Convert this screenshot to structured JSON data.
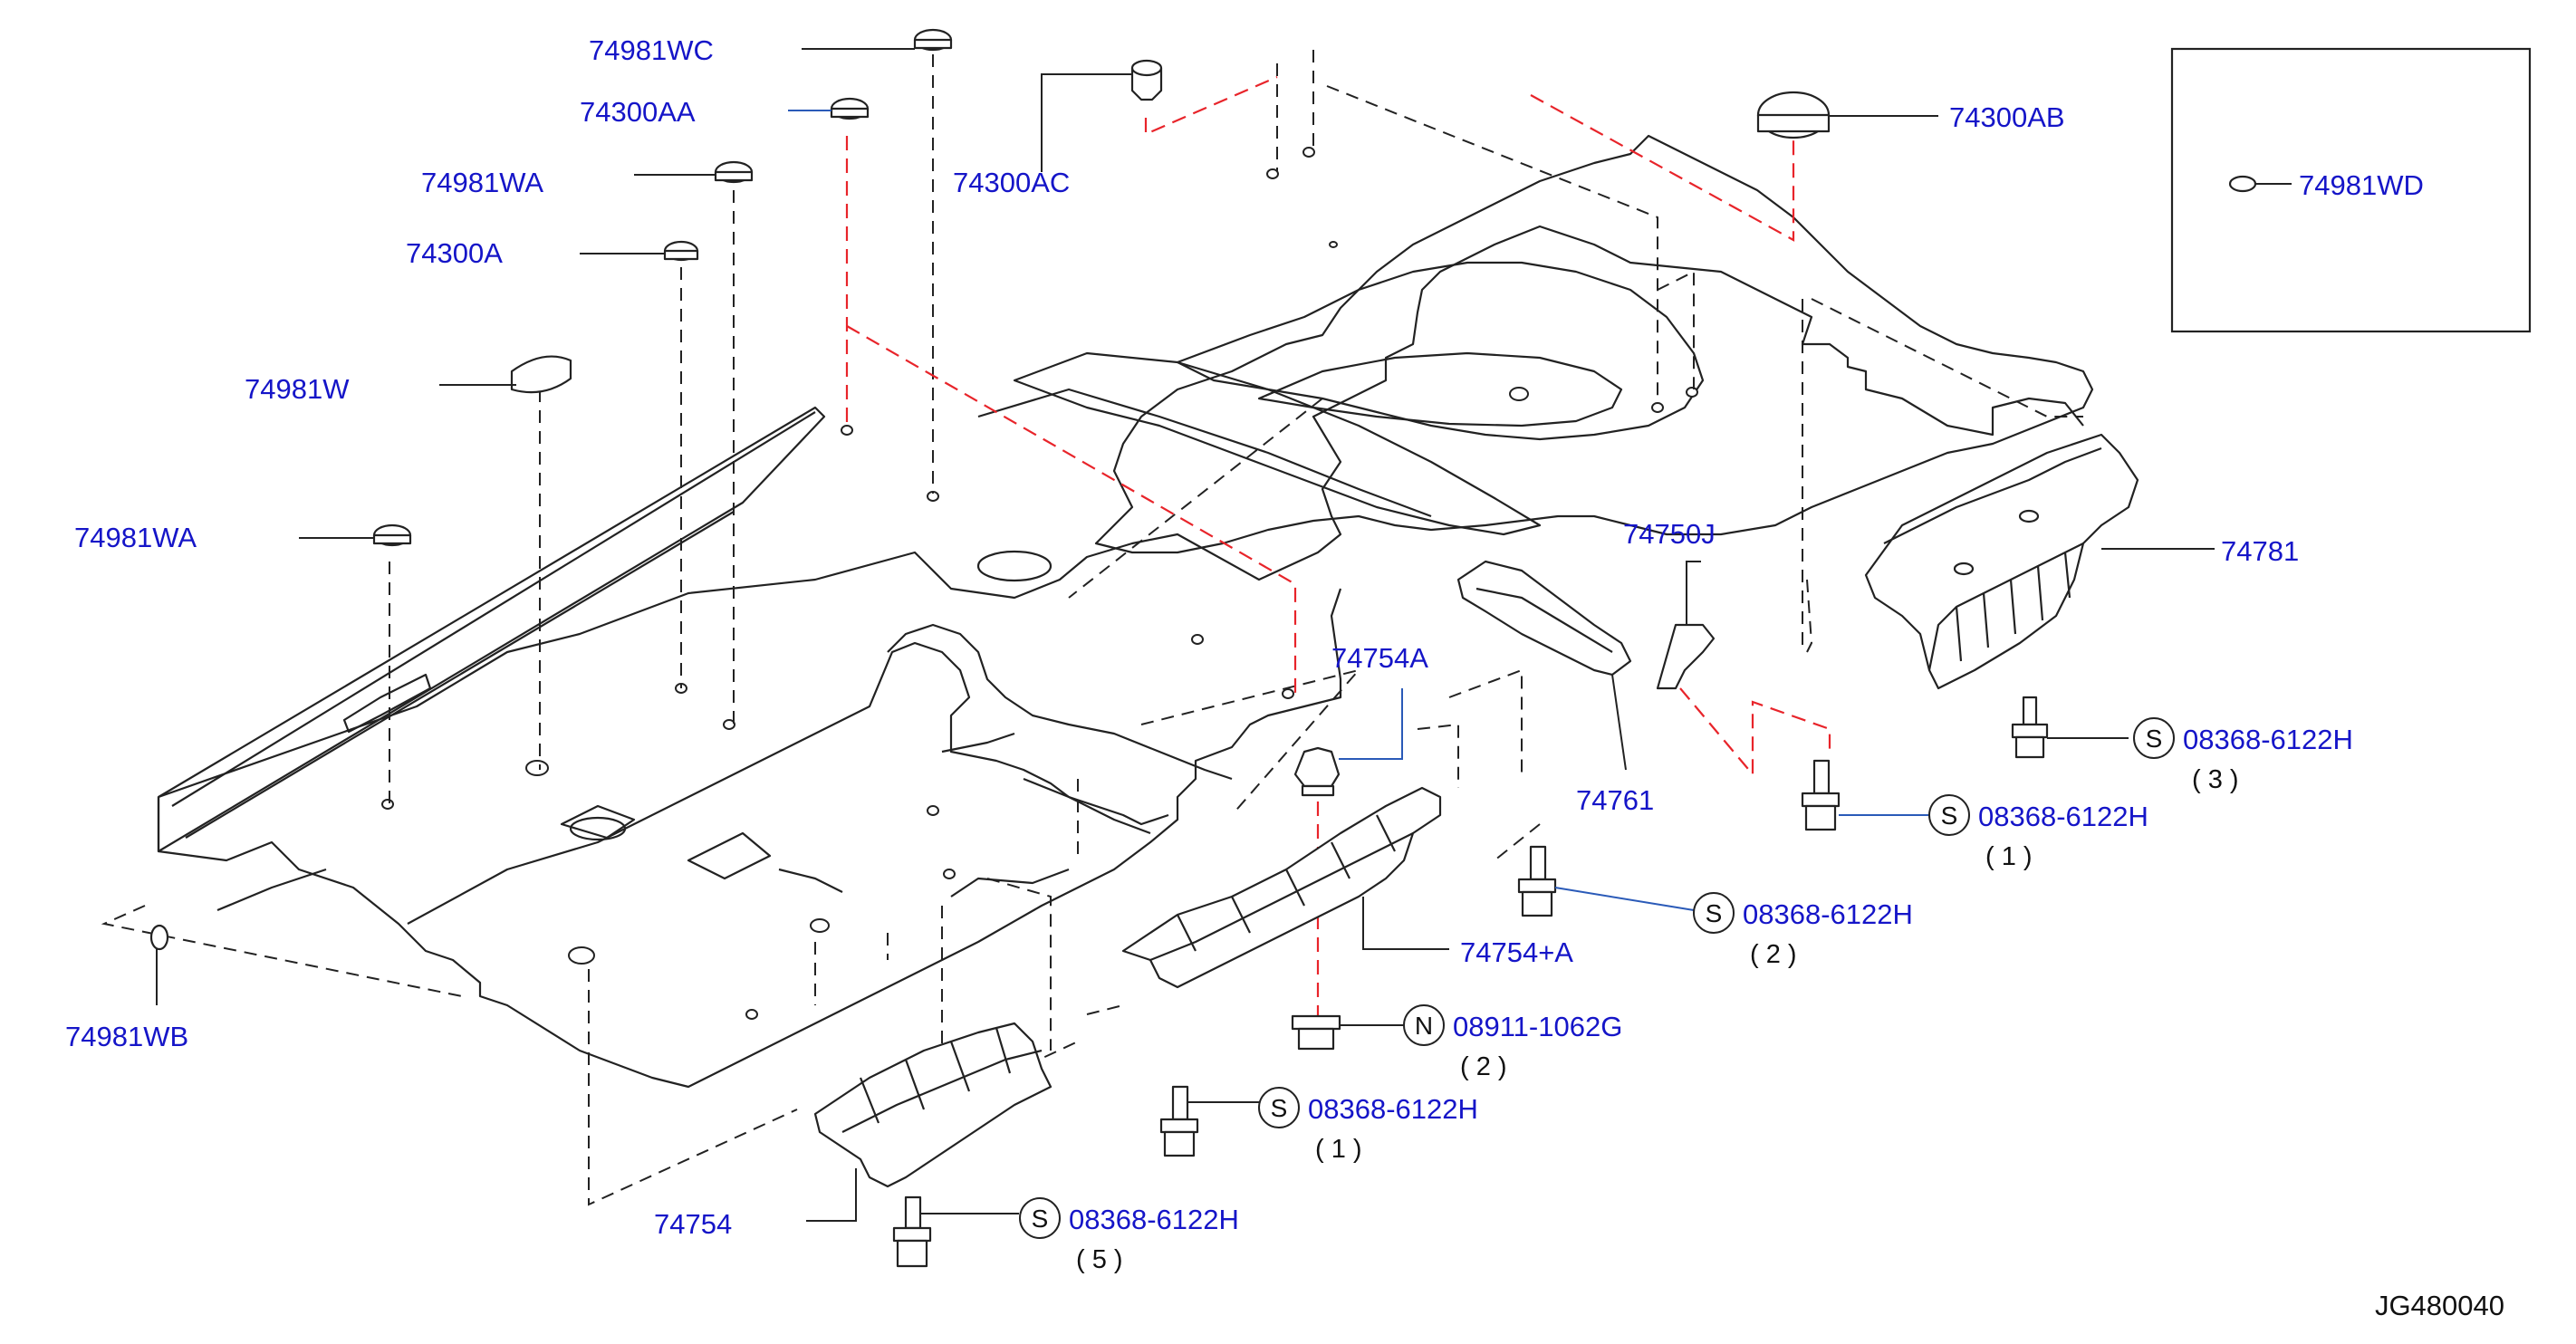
{
  "diagram_code": "JG480040",
  "labels": {
    "p74981WC": "74981WC",
    "p74300AA": "74300AA",
    "p74981WA_top": "74981WA",
    "p74300A": "74300A",
    "p74981W": "74981W",
    "p74981WA_left": "74981WA",
    "p74981WB": "74981WB",
    "p74300AC": "74300AC",
    "p74300AB": "74300AB",
    "p74981WD": "74981WD",
    "p74750J": "74750J",
    "p74781": "74781",
    "p74754A": "74754A",
    "p74761": "74761",
    "p74754plusA": "74754+A",
    "p74754": "74754"
  },
  "fasteners": [
    {
      "id": "bolt-74781",
      "symbol": "S",
      "part": "08368-6122H",
      "qty": "( 3 )"
    },
    {
      "id": "bolt-74761",
      "symbol": "S",
      "part": "08368-6122H",
      "qty": "( 1 )"
    },
    {
      "id": "bolt-74754plusA",
      "symbol": "S",
      "part": "08368-6122H",
      "qty": "( 2 )"
    },
    {
      "id": "nut-74754A",
      "symbol": "N",
      "part": "08911-1062G",
      "qty": "( 2 )"
    },
    {
      "id": "bolt-74754-upper",
      "symbol": "S",
      "part": "08368-6122H",
      "qty": "( 1 )"
    },
    {
      "id": "bolt-74754-lower",
      "symbol": "S",
      "part": "08368-6122H",
      "qty": "( 5 )"
    }
  ]
}
